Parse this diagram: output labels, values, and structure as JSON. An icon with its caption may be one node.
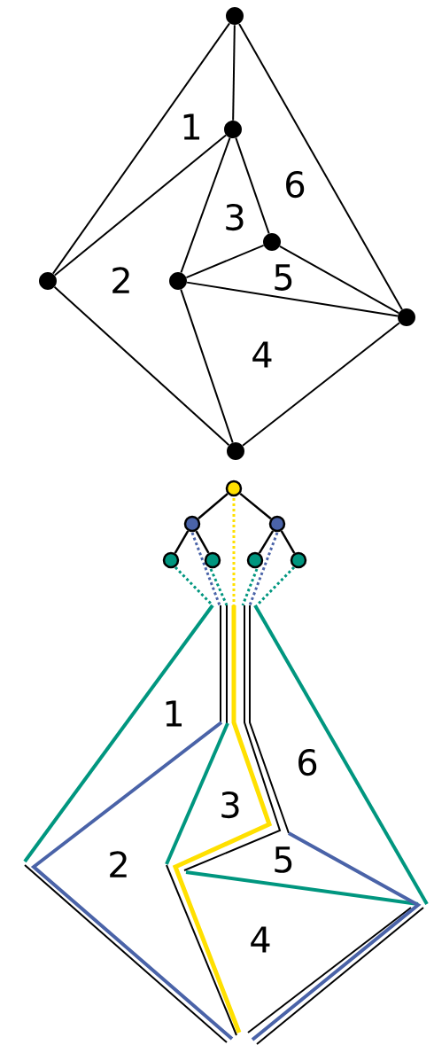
{
  "diagram": {
    "nodes": [
      {
        "text": [],
        "shape": "circle"
      },
      {
        "text": [],
        "shape": "circle"
      },
      {
        "text": [],
        "shape": "circle"
      },
      {
        "text": [],
        "shape": "circle"
      },
      {
        "text": [],
        "shape": "circle"
      },
      {
        "text": [],
        "shape": "circle"
      },
      {
        "text": [],
        "shape": "circle"
      },
      {
        "text": [],
        "shape": "circle"
      },
      {
        "text": [],
        "shape": "circle"
      },
      {
        "text": [],
        "shape": "circle"
      },
      {
        "text": [],
        "shape": "circle"
      },
      {
        "text": [],
        "shape": "circle"
      },
      {
        "text": [],
        "shape": "circle"
      },
      {
        "text": [],
        "shape": "circle"
      }
    ],
    "edges": [
      {
        "from": 0,
        "to": 1,
        "arrow": "none"
      },
      {
        "from": 0,
        "to": 2,
        "arrow": "none"
      },
      {
        "from": 0,
        "to": 5,
        "arrow": "none"
      },
      {
        "from": 1,
        "to": 2,
        "arrow": "none"
      },
      {
        "from": 1,
        "to": 3,
        "arrow": "none"
      },
      {
        "from": 1,
        "to": 4,
        "arrow": "none"
      },
      {
        "from": 2,
        "to": 6,
        "arrow": "none"
      },
      {
        "from": 3,
        "to": 4,
        "arrow": "none"
      },
      {
        "from": 3,
        "to": 5,
        "arrow": "none"
      },
      {
        "from": 3,
        "to": 6,
        "arrow": "none"
      },
      {
        "from": 4,
        "to": 5,
        "arrow": "none"
      },
      {
        "from": 5,
        "to": 6,
        "arrow": "none"
      },
      {
        "from": 7,
        "to": 8,
        "arrow": "none"
      },
      {
        "from": 7,
        "to": 9,
        "arrow": "none"
      },
      {
        "from": 8,
        "to": 10,
        "arrow": "none"
      },
      {
        "from": 8,
        "to": 11,
        "arrow": "none"
      },
      {
        "from": 9,
        "to": 12,
        "arrow": "none"
      },
      {
        "from": 9,
        "to": 13,
        "arrow": "none"
      }
    ],
    "labels": [
      "1",
      "6",
      "3",
      "5",
      "2",
      "4",
      "1",
      "6",
      "3",
      "5",
      "2",
      "4"
    ]
  }
}
